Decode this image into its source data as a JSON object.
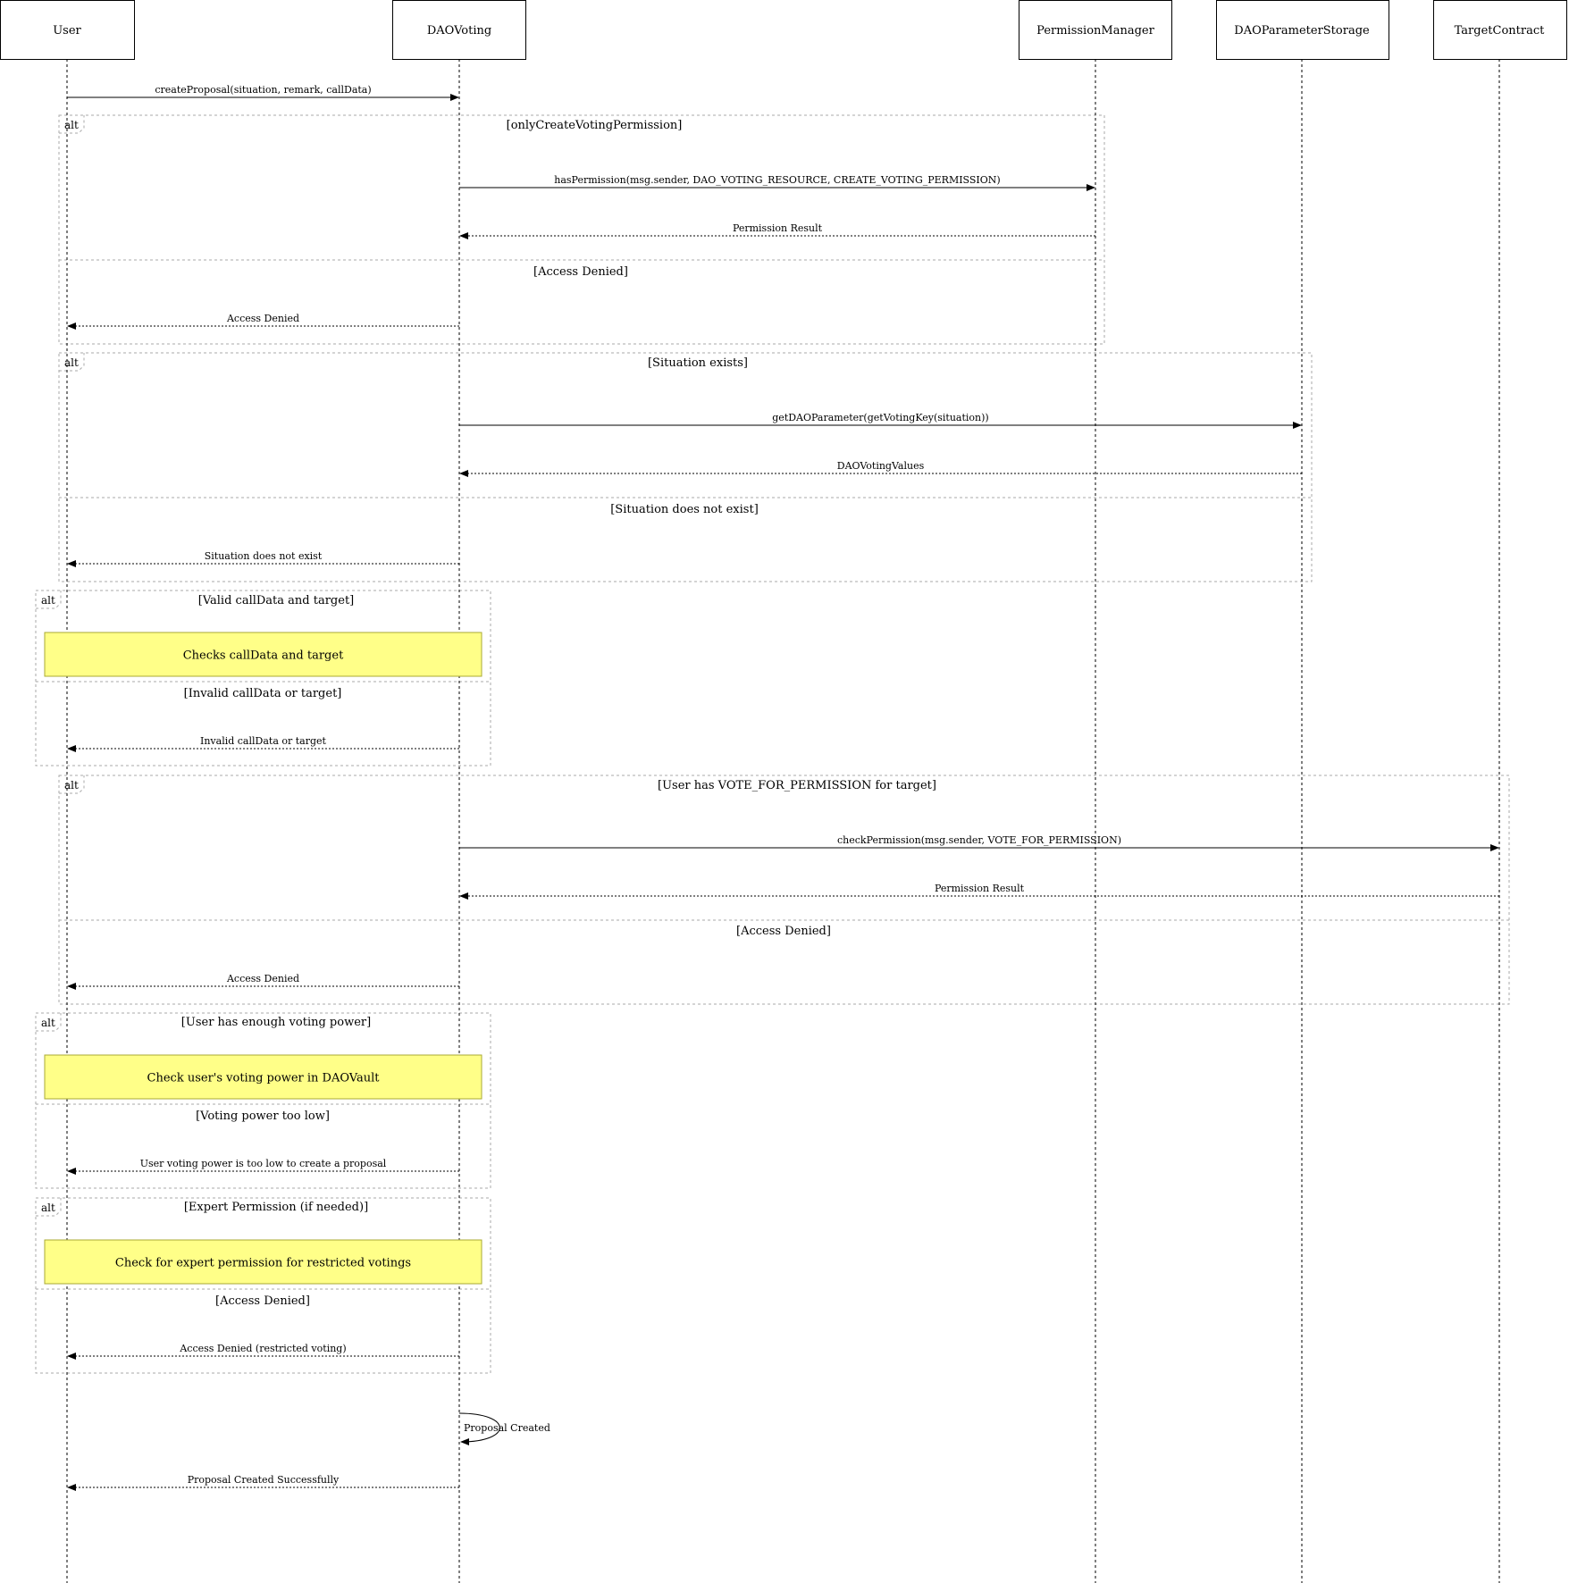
{
  "actors": [
    {
      "id": "user",
      "label": "User"
    },
    {
      "id": "voting",
      "label": "DAOVoting"
    },
    {
      "id": "perm",
      "label": "PermissionManager"
    },
    {
      "id": "storage",
      "label": "DAOParameterStorage"
    },
    {
      "id": "target",
      "label": "TargetContract"
    }
  ],
  "messages": [
    {
      "from": "user",
      "to": "voting",
      "label": "createProposal(situation, remark, callData)",
      "reply": false
    },
    {
      "from": "voting",
      "to": "perm",
      "label": "hasPermission(msg.sender, DAO_VOTING_RESOURCE, CREATE_VOTING_PERMISSION)",
      "reply": false
    },
    {
      "from": "perm",
      "to": "voting",
      "label": "Permission Result",
      "reply": true
    },
    {
      "from": "voting",
      "to": "user",
      "label": "Access Denied",
      "reply": true
    },
    {
      "from": "voting",
      "to": "storage",
      "label": "getDAOParameter(getVotingKey(situation))",
      "reply": false
    },
    {
      "from": "storage",
      "to": "voting",
      "label": "DAOVotingValues",
      "reply": true
    },
    {
      "from": "voting",
      "to": "user",
      "label": "Situation does not exist",
      "reply": true
    },
    {
      "from": "voting",
      "to": "user",
      "label": "Invalid callData or target",
      "reply": true
    },
    {
      "from": "voting",
      "to": "target",
      "label": "checkPermission(msg.sender, VOTE_FOR_PERMISSION)",
      "reply": false
    },
    {
      "from": "target",
      "to": "voting",
      "label": "Permission Result",
      "reply": true
    },
    {
      "from": "voting",
      "to": "user",
      "label": "Access Denied",
      "reply": true
    },
    {
      "from": "voting",
      "to": "user",
      "label": "User voting power is too low to create a proposal",
      "reply": true
    },
    {
      "from": "voting",
      "to": "user",
      "label": "Access Denied (restricted voting)",
      "reply": true
    },
    {
      "from": "voting",
      "to": "voting",
      "label": "Proposal Created",
      "reply": false,
      "self": true
    },
    {
      "from": "voting",
      "to": "user",
      "label": "Proposal Created Successfully",
      "reply": true
    }
  ],
  "frames": [
    {
      "tag": "alt",
      "conditions": [
        "[onlyCreateVotingPermission]",
        "[Access Denied]"
      ]
    },
    {
      "tag": "alt",
      "conditions": [
        "[Situation exists]",
        "[Situation does not exist]"
      ]
    },
    {
      "tag": "alt",
      "conditions": [
        "[Valid callData and target]",
        "[Invalid callData or target]"
      ]
    },
    {
      "tag": "alt",
      "conditions": [
        "[User has VOTE_FOR_PERMISSION for target]",
        "[Access Denied]"
      ]
    },
    {
      "tag": "alt",
      "conditions": [
        "[User has enough voting power]",
        "[Voting power too low]"
      ]
    },
    {
      "tag": "alt",
      "conditions": [
        "[Expert Permission (if needed)]",
        "[Access Denied]"
      ]
    }
  ],
  "notes": [
    {
      "label": "Checks callData and target"
    },
    {
      "label": "Check user's voting power in DAOVault"
    },
    {
      "label": "Check for expert permission for restricted votings"
    }
  ]
}
